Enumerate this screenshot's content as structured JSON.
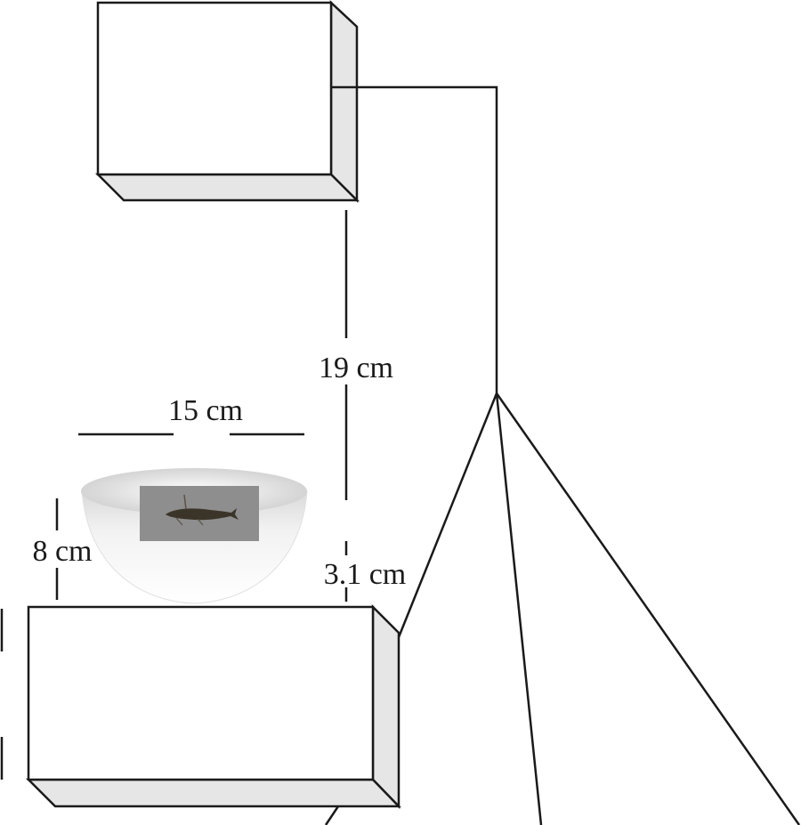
{
  "labels": {
    "distance_camera_to_bowl": "19 cm",
    "bowl_diameter": "15 cm",
    "bowl_height": "8 cm",
    "platform_gap": "3.1 cm"
  },
  "colors": {
    "line": "#1a1a1a",
    "shade": "#e6e6e6",
    "fish_panel": "#8e8e8e",
    "fish": "#3b3428"
  }
}
